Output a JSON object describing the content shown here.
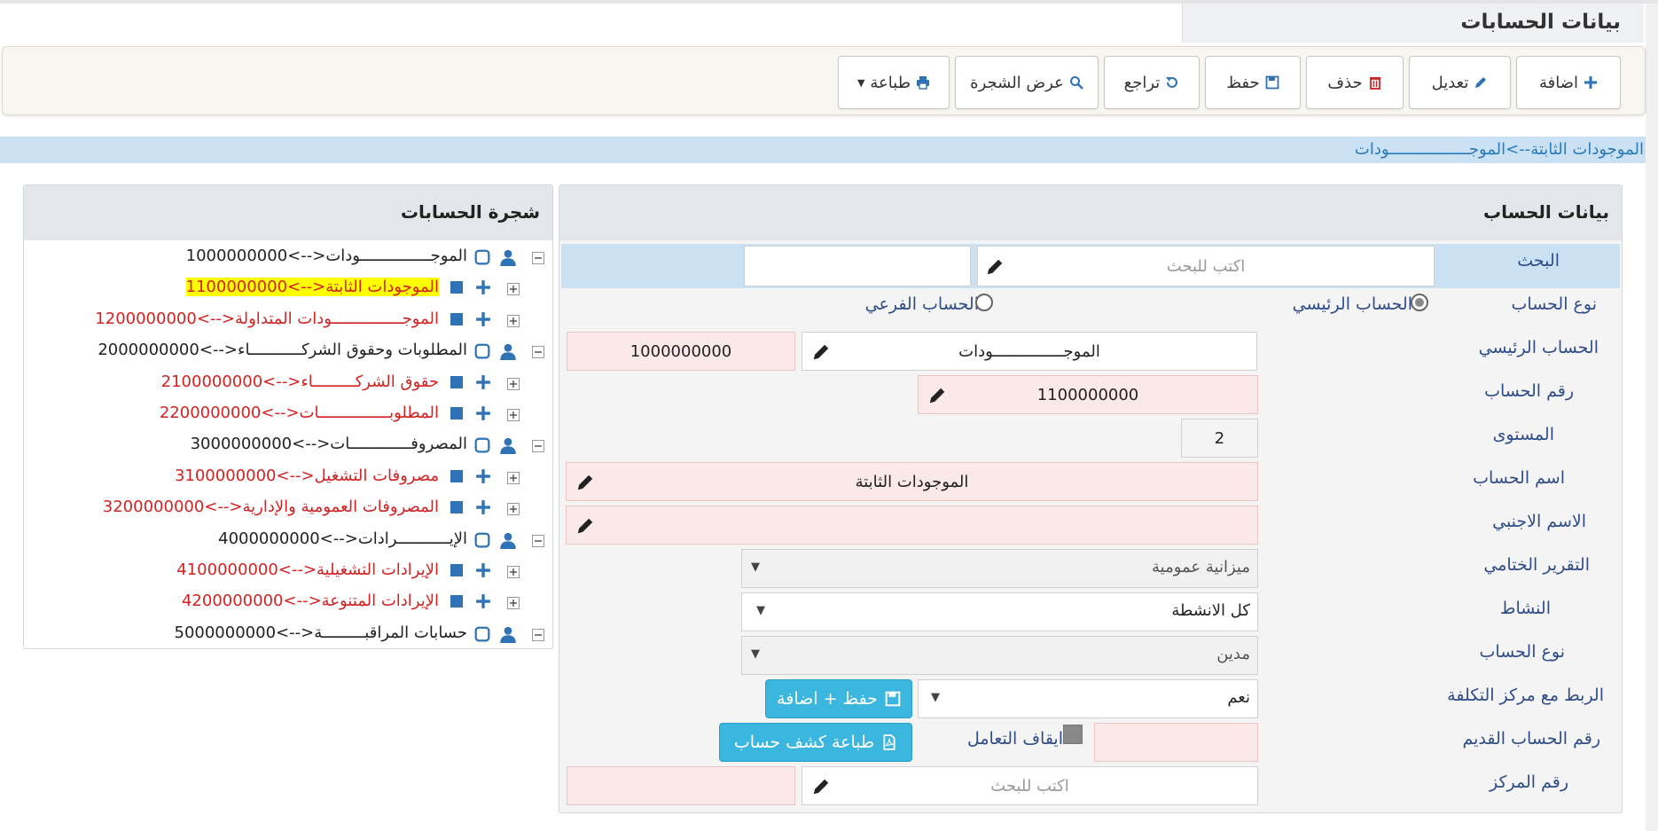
{
  "page": {
    "title": "بيانات الحسابات"
  },
  "toolbar": {
    "add": "اضافة",
    "edit": "تعديل",
    "delete": "حذف",
    "save": "حفظ",
    "undo": "تراجع",
    "show_tree": "عرض الشجرة",
    "print": "طباعة"
  },
  "breadcrumb": "الموجودات الثابتة-->الموجـــــــــــــــــودات",
  "account_panel": {
    "title": "بيانات الحساب",
    "search_label": "البحث",
    "search_placeholder": "اكتب للبحث",
    "account_type_label": "نوع الحساب",
    "radio_main": "الحساب الرئيسي",
    "radio_sub": "الحساب الفرعي",
    "parent_label": "الحساب الرئيسي",
    "parent_name": "الموجـــــــــــــــودات",
    "parent_number": "1000000000",
    "number_label": "رقم الحساب",
    "number_value": "1100000000",
    "level_label": "المستوى",
    "level_value": "2",
    "name_label": "اسم الحساب",
    "name_value": "الموجودات الثابتة",
    "foreign_label": "الاسم الاجنبي",
    "foreign_value": "",
    "final_report_label": "التقرير الختامي",
    "final_report_value": "ميزانية عمومية",
    "activity_label": "النشاط",
    "activity_value": "كل الانشطة",
    "nature_label": "نوع الحساب",
    "nature_value": "مدين",
    "cost_link_label": "الربط مع مركز التكلفة",
    "cost_link_value": "نعم",
    "save_add": "حفظ + اضافة",
    "old_number_label": "رقم الحساب القديم",
    "old_number_value": "",
    "stop_label": "ايقاف التعامل",
    "print_statement": "طباعة كشف حساب",
    "center_label": "رقم المركز",
    "center_placeholder": "اكتب للبحث"
  },
  "tree": {
    "title": "شجرة الحسابات",
    "rows": [
      {
        "text": "1000000000<-->الموجـــــــــــــــودات",
        "kind": "main",
        "color": "#222222"
      },
      {
        "text": "1100000000<-->الموجودات الثابتة",
        "kind": "sub",
        "color": "#d32222",
        "highlight": true
      },
      {
        "text": "1200000000<-->الموجـــــــــــــــودات المتداولة",
        "kind": "sub",
        "color": "#d32222"
      },
      {
        "text": "2000000000<-->المطلوبات وحقوق الشركـــــــــــاء",
        "kind": "main",
        "color": "#222222"
      },
      {
        "text": "2100000000<-->حقوق الشركـــــــــاء",
        "kind": "sub",
        "color": "#d32222"
      },
      {
        "text": "2200000000<-->المطلوبـــــــــــــــات",
        "kind": "sub",
        "color": "#d32222"
      },
      {
        "text": "3000000000<-->المصروفـــــــــــــات",
        "kind": "main",
        "color": "#222222"
      },
      {
        "text": "3100000000<-->مصروفات التشغيل",
        "kind": "sub",
        "color": "#d32222"
      },
      {
        "text": "3200000000<-->المصروفات العمومية والإدارية",
        "kind": "sub",
        "color": "#d32222"
      },
      {
        "text": "4000000000<-->الإيـــــــــــرادات",
        "kind": "main",
        "color": "#222222"
      },
      {
        "text": "4100000000<-->الإيرادات التشغيلية",
        "kind": "sub",
        "color": "#d32222"
      },
      {
        "text": "4200000000<-->الإيرادات المتنوعة",
        "kind": "sub",
        "color": "#d32222"
      },
      {
        "text": "5000000000<-->حسابات المراقبـــــــــة",
        "kind": "main",
        "color": "#222222"
      }
    ]
  },
  "colors": {
    "accent": "#3bb6df",
    "link": "#2a7ab8",
    "label": "#2e4d88",
    "tree_icon": "#2f72b5"
  }
}
